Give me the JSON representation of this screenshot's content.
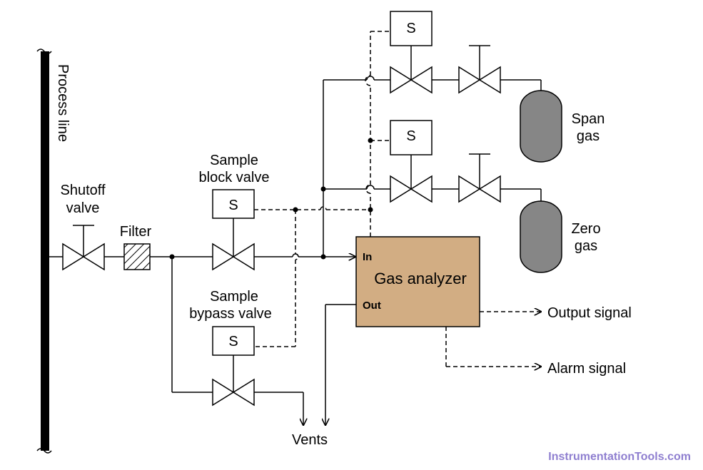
{
  "labels": {
    "process_line": "Process line",
    "shutoff_valve_1": "Shutoff",
    "shutoff_valve_2": "valve",
    "filter": "Filter",
    "sample_block_1": "Sample",
    "sample_block_2": "block valve",
    "sample_bypass_1": "Sample",
    "sample_bypass_2": "bypass valve",
    "solenoid": "S",
    "analyzer": "Gas analyzer",
    "port_in": "In",
    "port_out": "Out",
    "output_signal": "Output signal",
    "alarm_signal": "Alarm signal",
    "vents": "Vents",
    "span_gas_1": "Span",
    "span_gas_2": "gas",
    "zero_gas_1": "Zero",
    "zero_gas_2": "gas",
    "watermark": "InstrumentationTools.com"
  },
  "colors": {
    "line": "#000000",
    "analyzer_fill": "#d2ad83",
    "cylinder_fill": "#868686",
    "watermark": "#8f7fd0"
  }
}
